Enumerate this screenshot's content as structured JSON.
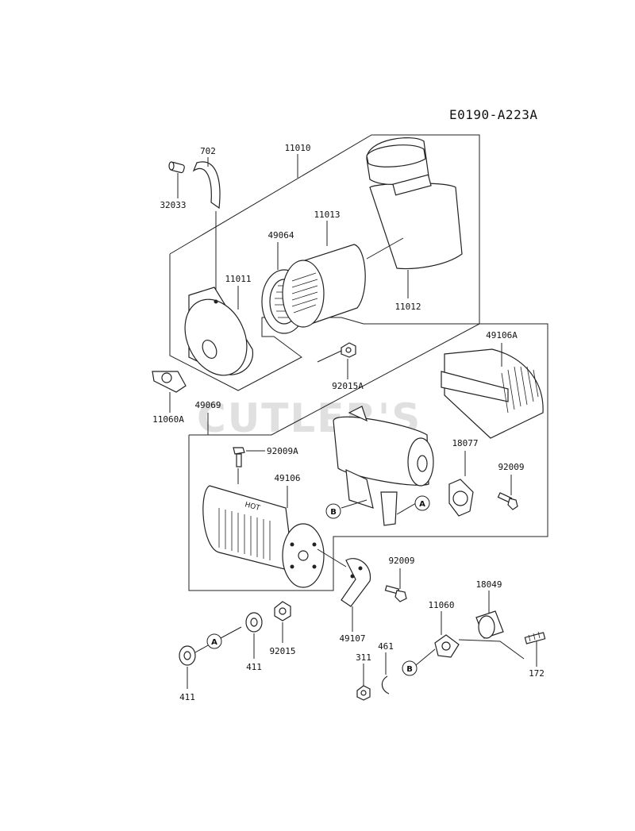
{
  "reference_code": "E0190-A223A",
  "watermark": "CUTLER'S",
  "hot_label": "HOT",
  "labels": {
    "p11010": "11010",
    "p702": "702",
    "p32033": "32033",
    "p11013": "11013",
    "p49064": "49064",
    "p11011": "11011",
    "p11012": "11012",
    "p92015A": "92015A",
    "p11060A": "11060A",
    "p49106A": "49106A",
    "p49069": "49069",
    "p92009A": "92009A",
    "p18077": "18077",
    "p92009_upper": "92009",
    "p49106": "49106",
    "p92009_lower": "92009",
    "p18049": "18049",
    "p11060": "11060",
    "p49107": "49107",
    "p461": "461",
    "p311": "311",
    "p172": "172",
    "p411_left": "411",
    "p411_mid": "411",
    "p92015": "92015"
  },
  "callouts": {
    "a_left": "A",
    "a_right": "A",
    "b_left": "B",
    "b_right": "B"
  }
}
